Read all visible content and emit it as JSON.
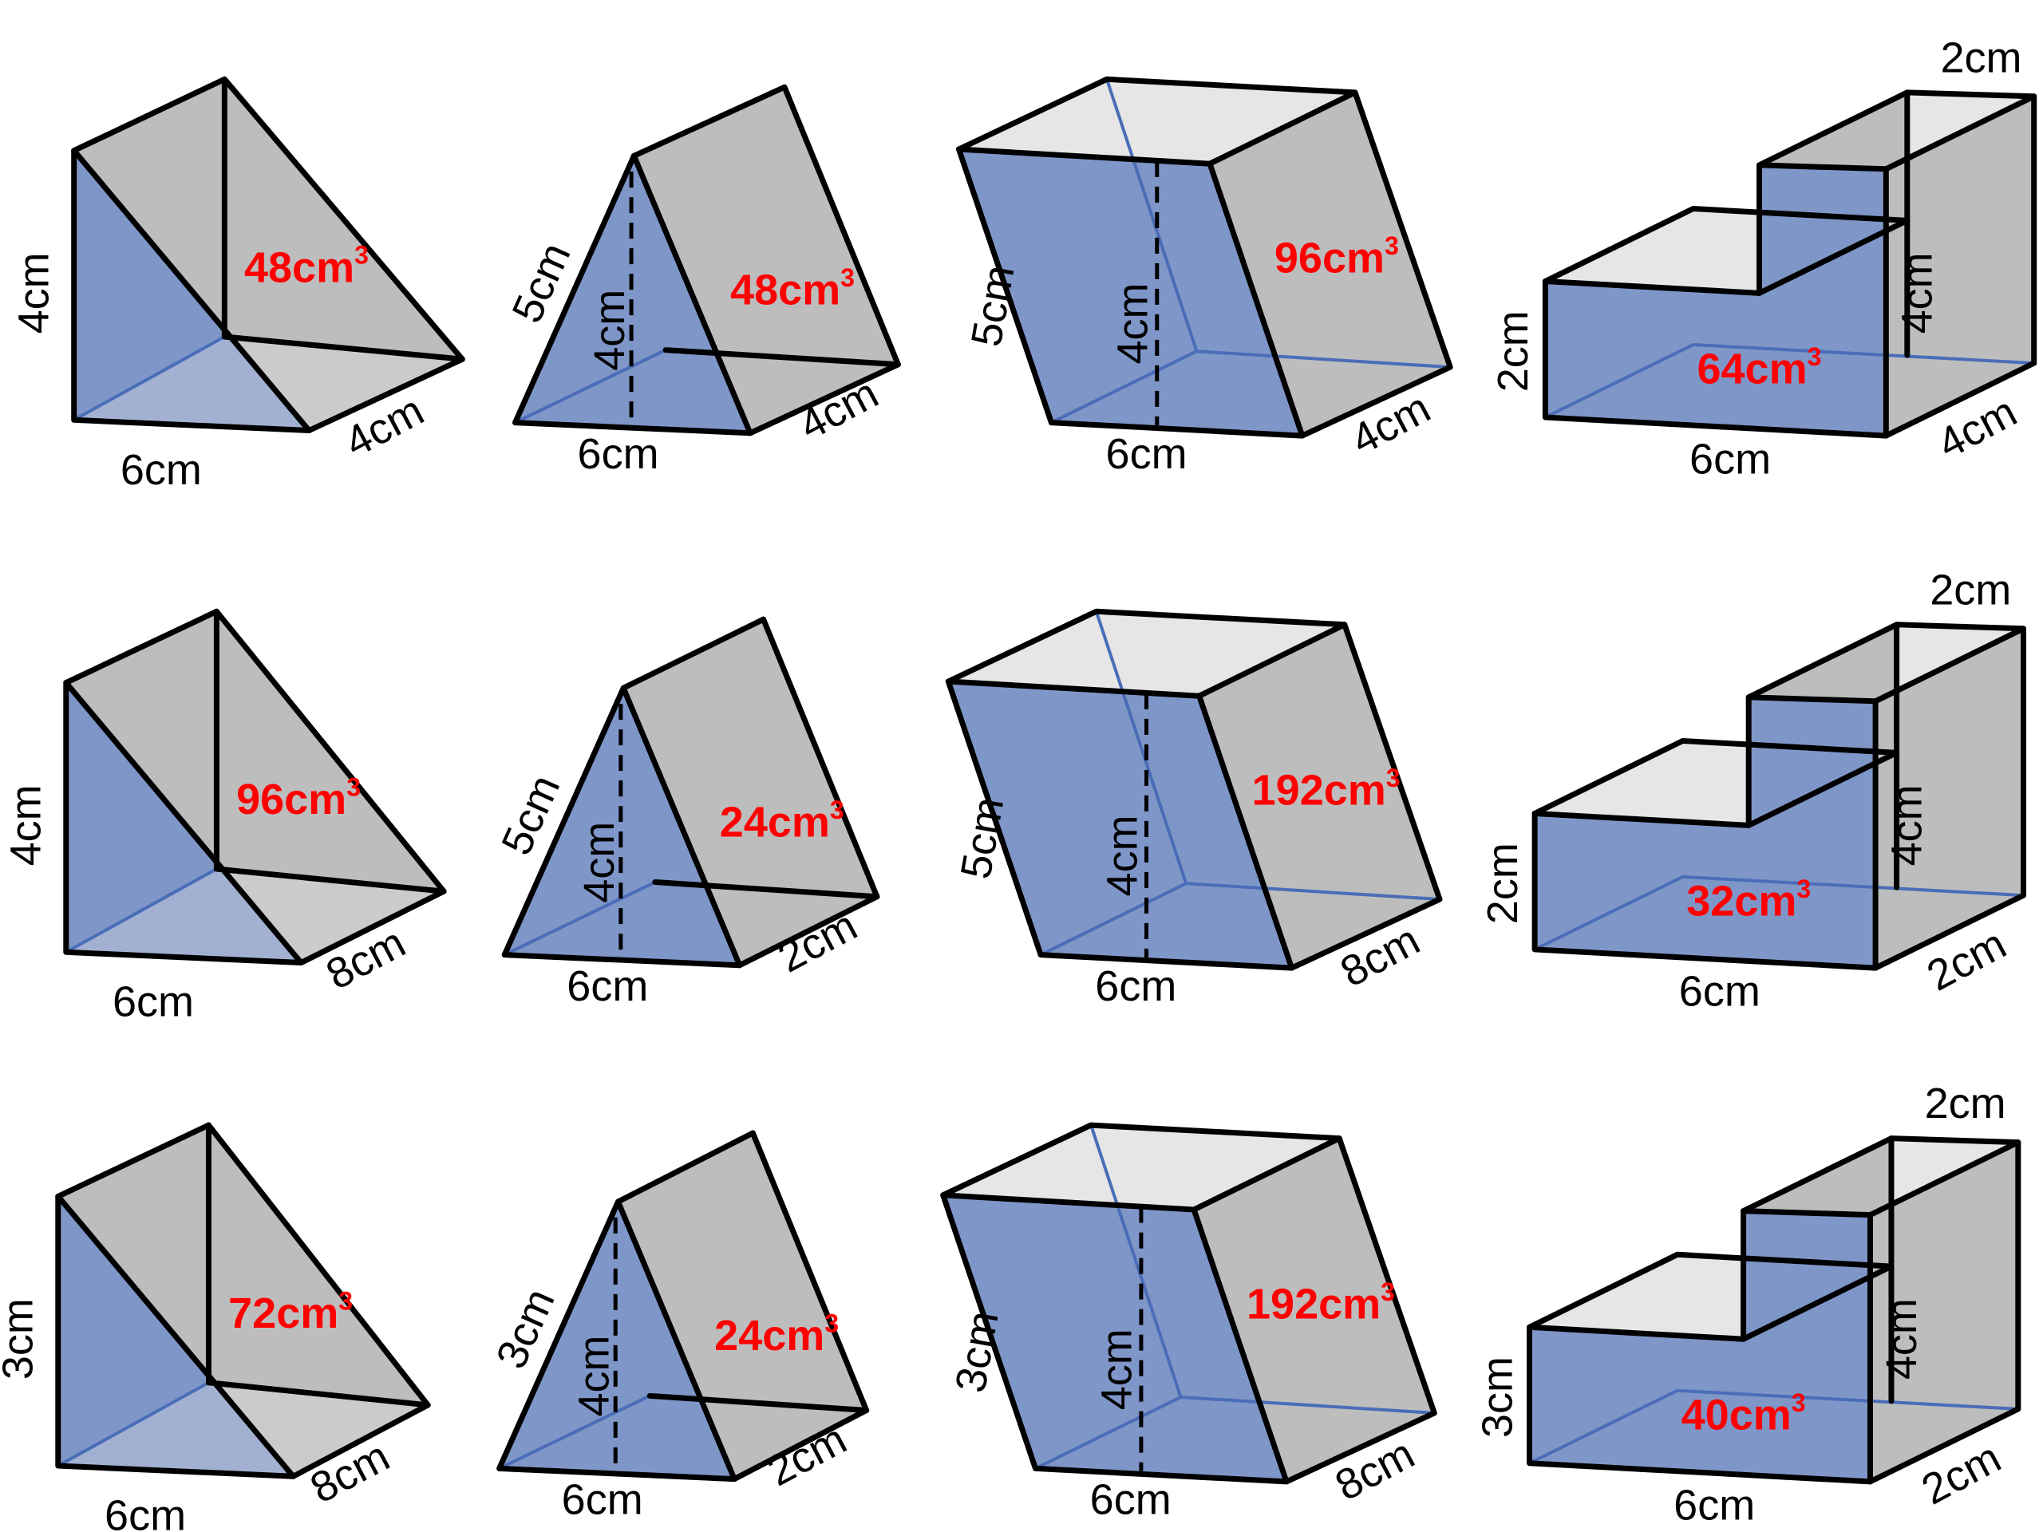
{
  "colors": {
    "front_face": "#7f96c8",
    "side_face": "#bdbdbd",
    "top_face": "#d3d3d3",
    "inner_face": "#e6e6e6",
    "edge": "#000000",
    "volume_text": "#ff0000"
  },
  "rows": [
    {
      "shapes": [
        {
          "type": "right-prism",
          "height": "4cm",
          "base": "6cm",
          "depth": "4cm",
          "volume": "48cm",
          "sup": "3"
        },
        {
          "type": "tri-prism",
          "slant": "5cm",
          "altitude": "4cm",
          "base": "6cm",
          "depth": "4cm",
          "volume": "48cm",
          "sup": "3"
        },
        {
          "type": "parallelepiped",
          "slant": "5cm",
          "altitude": "4cm",
          "base": "6cm",
          "depth": "4cm",
          "volume": "96cm",
          "sup": "3"
        },
        {
          "type": "steps",
          "step": "2cm",
          "left_height": "2cm",
          "right_height": "4cm",
          "base": "6cm",
          "depth": "4cm",
          "volume": "64cm",
          "sup": "3"
        }
      ]
    },
    {
      "shapes": [
        {
          "type": "right-prism",
          "height": "4cm",
          "base": "6cm",
          "depth": "8cm",
          "volume": "96cm",
          "sup": "3"
        },
        {
          "type": "tri-prism",
          "slant": "5cm",
          "altitude": "4cm",
          "base": "6cm",
          "depth": "2cm",
          "volume": "24cm",
          "sup": "3"
        },
        {
          "type": "parallelepiped",
          "slant": "5cm",
          "altitude": "4cm",
          "base": "6cm",
          "depth": "8cm",
          "volume": "192cm",
          "sup": "3"
        },
        {
          "type": "steps",
          "step": "2cm",
          "left_height": "2cm",
          "right_height": "4cm",
          "base": "6cm",
          "depth": "2cm",
          "volume": "32cm",
          "sup": "3"
        }
      ]
    },
    {
      "shapes": [
        {
          "type": "right-prism",
          "height": "3cm",
          "base": "6cm",
          "depth": "8cm",
          "volume": "72cm",
          "sup": "3"
        },
        {
          "type": "tri-prism",
          "slant": "3cm",
          "altitude": "4cm",
          "base": "6cm",
          "depth": "2cm",
          "volume": "24cm",
          "sup": "3"
        },
        {
          "type": "parallelepiped",
          "slant": "3cm",
          "altitude": "4cm",
          "base": "6cm",
          "depth": "8cm",
          "volume": "192cm",
          "sup": "3"
        },
        {
          "type": "steps",
          "step": "2cm",
          "left_height": "3cm",
          "right_height": "4cm",
          "base": "6cm",
          "depth": "2cm",
          "volume": "40cm",
          "sup": "3"
        }
      ]
    }
  ]
}
